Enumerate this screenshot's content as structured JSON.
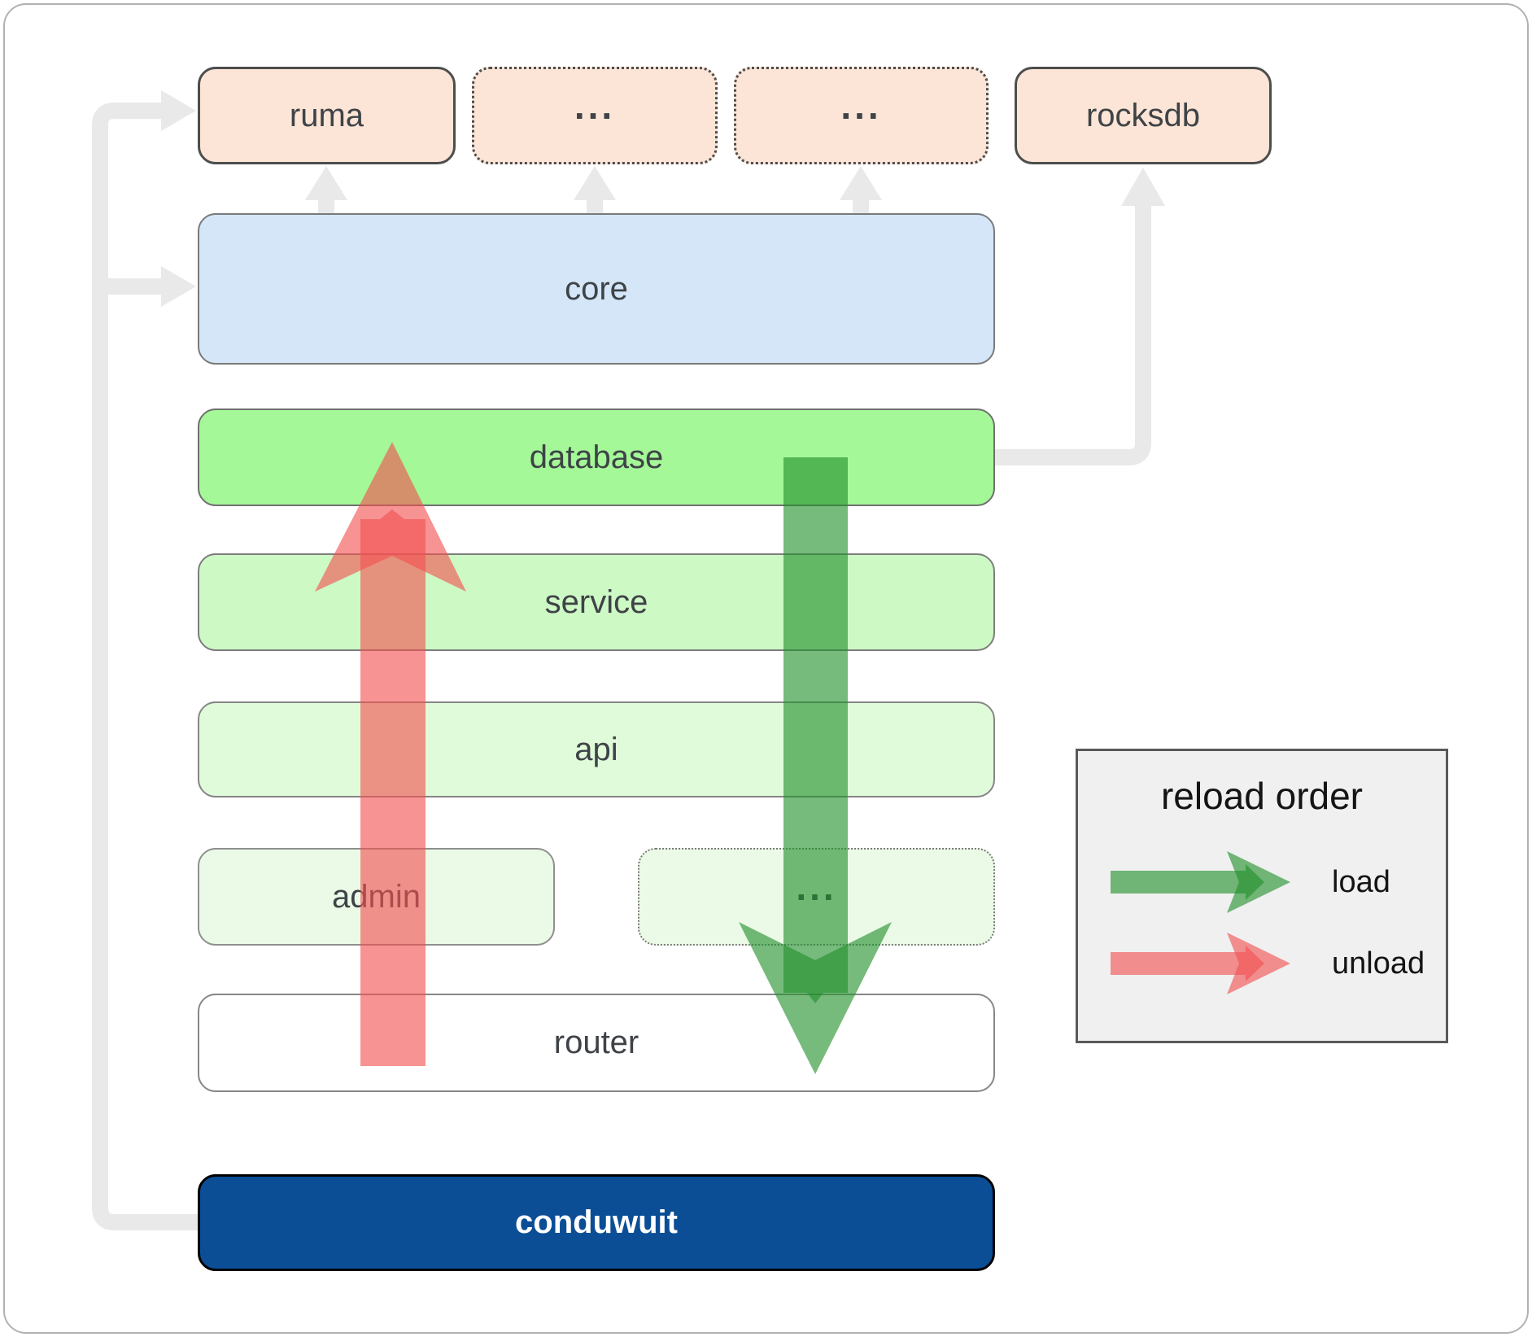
{
  "top_row": {
    "ruma": "ruma",
    "extra1": "...",
    "extra2": "...",
    "rocksdb": "rocksdb"
  },
  "layers": {
    "core": "core",
    "database": "database",
    "service": "service",
    "api": "api",
    "admin": "admin",
    "admin_extra": "...",
    "router": "router",
    "app": "conduwuit"
  },
  "legend": {
    "title": "reload order",
    "load": "load",
    "unload": "unload"
  },
  "colors": {
    "peach_fill": "#fce5d6",
    "peach_border": "#4d4d4d",
    "core_fill": "#d4e6f8",
    "core_border": "#7a7a7a",
    "database_fill": "#a4f897",
    "service_fill": "#cdf9c5",
    "api_fill": "#e0fbda",
    "admin_fill": "#ebfae6",
    "green_border": "#6f6f6f",
    "router_fill": "#ffffff",
    "router_border": "#878787",
    "app_fill": "#0b4e96",
    "app_border": "#000000",
    "app_text": "#ffffff",
    "label_text": "#3f4347",
    "connector_gray": "#e9e9e9",
    "load_color": "#22902b",
    "unload_color": "#f25151",
    "legend_bg": "#f0f0f0",
    "legend_border": "#595959",
    "legend_text": "#141414",
    "frame_border": "#b2b2b2"
  }
}
